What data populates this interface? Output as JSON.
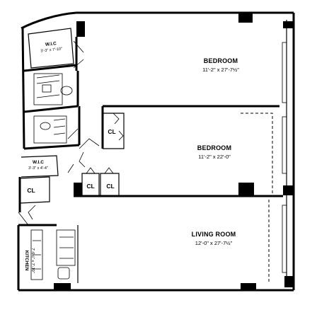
{
  "rooms": {
    "bedroom1": {
      "name": "BEDROOM",
      "dims": "11'-2\" x 27'-7½\""
    },
    "bedroom2": {
      "name": "BEDROOM",
      "dims": "11'-2\" x 22'-0\""
    },
    "living": {
      "name": "LIVING ROOM",
      "dims": "12'-0\" x 27'-7½\""
    },
    "kitchen": {
      "name": "KITCHEN",
      "dims": "7'-6½\" x 7'-10\""
    },
    "wic1": {
      "name": "W.I.C",
      "dims": "3'-3\" x 7'-10\""
    },
    "wic2": {
      "name": "W.I.C",
      "dims": "3'-3\" x 4'-4\""
    }
  },
  "closets": {
    "cl_bedroom2": "CL",
    "cl_foyer": "CL",
    "cl_left": "CL",
    "cl_right": "CL"
  }
}
